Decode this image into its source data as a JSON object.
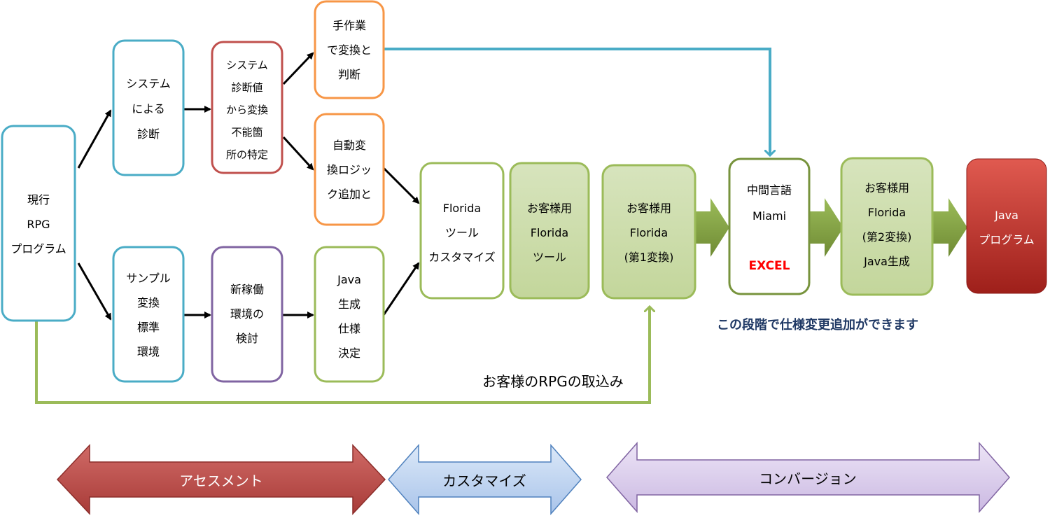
{
  "nodes": {
    "current_rpg": [
      "現行",
      "RPG",
      "プログラム"
    ],
    "system_diagnosis": [
      "システム",
      "による",
      "診断"
    ],
    "unconvertible_identify": [
      "システム",
      "診断値",
      "から変換",
      "不能箇",
      "所の特定"
    ],
    "manual_convert": [
      "手作業",
      "で変換と",
      "判断"
    ],
    "auto_logic": [
      "自動変",
      "換ロジッ",
      "ク追加と"
    ],
    "sample_env": [
      "サンプル",
      "変換",
      "標準",
      "環境"
    ],
    "new_env": [
      "新稼働",
      "環境の",
      "検討"
    ],
    "java_spec": [
      "Java",
      "生成",
      "仕様",
      "決定"
    ],
    "florida_customize": [
      "Florida",
      "ツール",
      "カスタマイズ"
    ],
    "customer_florida_tool": [
      "お客様用",
      "Florida",
      "ツール"
    ],
    "customer_florida_1st": [
      "お客様用",
      "Florida",
      "(第1変換)"
    ],
    "miami": [
      "中間言語",
      "Miami"
    ],
    "excel": "EXCEL",
    "customer_florida_2nd": [
      "お客様用",
      "Florida",
      "(第2変換)",
      "Java生成"
    ],
    "java_program": [
      "Java",
      "プログラム"
    ]
  },
  "labels": {
    "rpg_import": "お客様のRPGの取込み",
    "spec_change_note": "この段階で仕様変更追加ができます"
  },
  "phases": {
    "assessment": "アセスメント",
    "customize": "カスタマイズ",
    "conversion": "コンバージョン"
  },
  "colors": {
    "teal_line": "#4aacc6",
    "green_line": "#9bbb59",
    "orange_border": "#f79646",
    "red_border": "#c0504d",
    "purple_border": "#8064a2",
    "dark_green_border": "#77933c",
    "green_fill": "#d7e4bd",
    "java_fill": "#c0392b",
    "excel_red": "#ff0000",
    "note_navy": "#1f3864",
    "assessment_fill": "#c0504d",
    "customize_fill": "#c6d9f1",
    "conversion_fill": "#ddd0ec"
  }
}
